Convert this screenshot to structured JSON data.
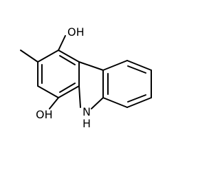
{
  "structure": {
    "labels": {
      "hydroxyl_top": "OH",
      "hydroxyl_bottom": "OH",
      "amine_n": "N",
      "amine_h": "H"
    },
    "colors": {
      "bond": "#000000",
      "text": "#000000",
      "background": "#ffffff"
    }
  }
}
